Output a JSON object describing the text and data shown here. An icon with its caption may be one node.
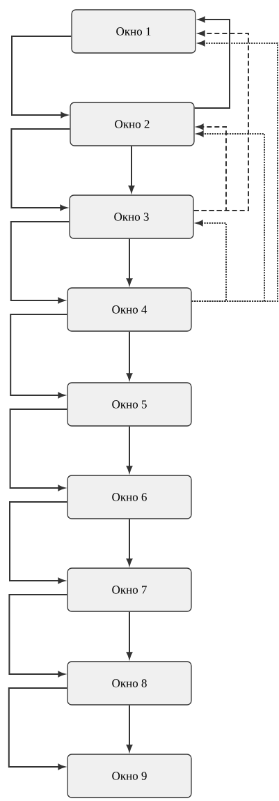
{
  "diagram": {
    "nodes": [
      {
        "text": [
          "Окно 1"
        ]
      },
      {
        "text": [
          "Окно 2"
        ]
      },
      {
        "text": [
          "Окно 3"
        ]
      },
      {
        "text": [
          "Окно 4"
        ]
      },
      {
        "text": [
          "Окно 5"
        ]
      },
      {
        "text": [
          "Окно 6"
        ]
      },
      {
        "text": [
          "Окно 7"
        ]
      },
      {
        "text": [
          "Окно 8"
        ]
      },
      {
        "text": [
          "Окно 9"
        ]
      }
    ],
    "edges": [
      {
        "from": 0,
        "to": 1,
        "arrow": "to"
      },
      {
        "from": 1,
        "to": 2,
        "arrow": "to"
      },
      {
        "from": 2,
        "to": 3,
        "arrow": "to"
      },
      {
        "from": 3,
        "to": 4,
        "arrow": "to"
      },
      {
        "from": 4,
        "to": 5,
        "arrow": "to"
      },
      {
        "from": 5,
        "to": 6,
        "arrow": "to"
      },
      {
        "from": 6,
        "to": 7,
        "arrow": "to"
      },
      {
        "from": 7,
        "to": 8,
        "arrow": "to"
      },
      {
        "from": 1,
        "to": 2,
        "arrow": "to"
      },
      {
        "from": 2,
        "to": 3,
        "arrow": "to"
      },
      {
        "from": 3,
        "to": 4,
        "arrow": "to"
      },
      {
        "from": 4,
        "to": 5,
        "arrow": "to"
      },
      {
        "from": 5,
        "to": 6,
        "arrow": "to"
      },
      {
        "from": 6,
        "to": 7,
        "arrow": "to"
      },
      {
        "from": 7,
        "to": 8,
        "arrow": "to"
      },
      {
        "from": 1,
        "to": 0,
        "arrow": "to"
      },
      {
        "from": 2,
        "to": 0,
        "arrow": "to",
        "style": "dashed"
      },
      {
        "from": 2,
        "to": 1,
        "arrow": "to",
        "style": "dashed"
      },
      {
        "from": 3,
        "to": 0,
        "arrow": "to",
        "style": "dashed"
      },
      {
        "from": 3,
        "to": 1,
        "arrow": "to",
        "style": "dashed"
      },
      {
        "from": 3,
        "to": 2,
        "arrow": "to",
        "style": "dashed"
      }
    ]
  }
}
